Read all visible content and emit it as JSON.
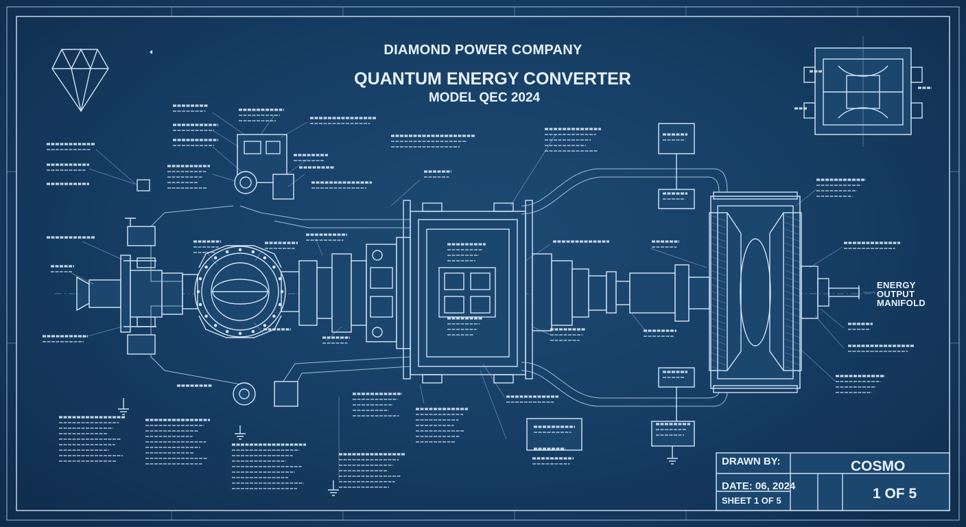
{
  "header": {
    "company": "DIAMOND POWER COMPANY",
    "title": "QUANTUM ENERGY CONVERTER",
    "model": "MODEL QEC 2024"
  },
  "callouts": {
    "energy_output_line1": "ENERGY",
    "energy_output_line2": "OUTPUT",
    "energy_output_line3": "MANIFOLD"
  },
  "title_block": {
    "drawn_by_label": "DRAWN BY:",
    "drawn_by_value": "COSMO",
    "date": "DATE: 06, 2024",
    "sheet": "SHEET 1 OF 5",
    "sheet_big": "1 OF 5"
  },
  "colors": {
    "background": "#173f66",
    "line": "#cfe3f5"
  }
}
